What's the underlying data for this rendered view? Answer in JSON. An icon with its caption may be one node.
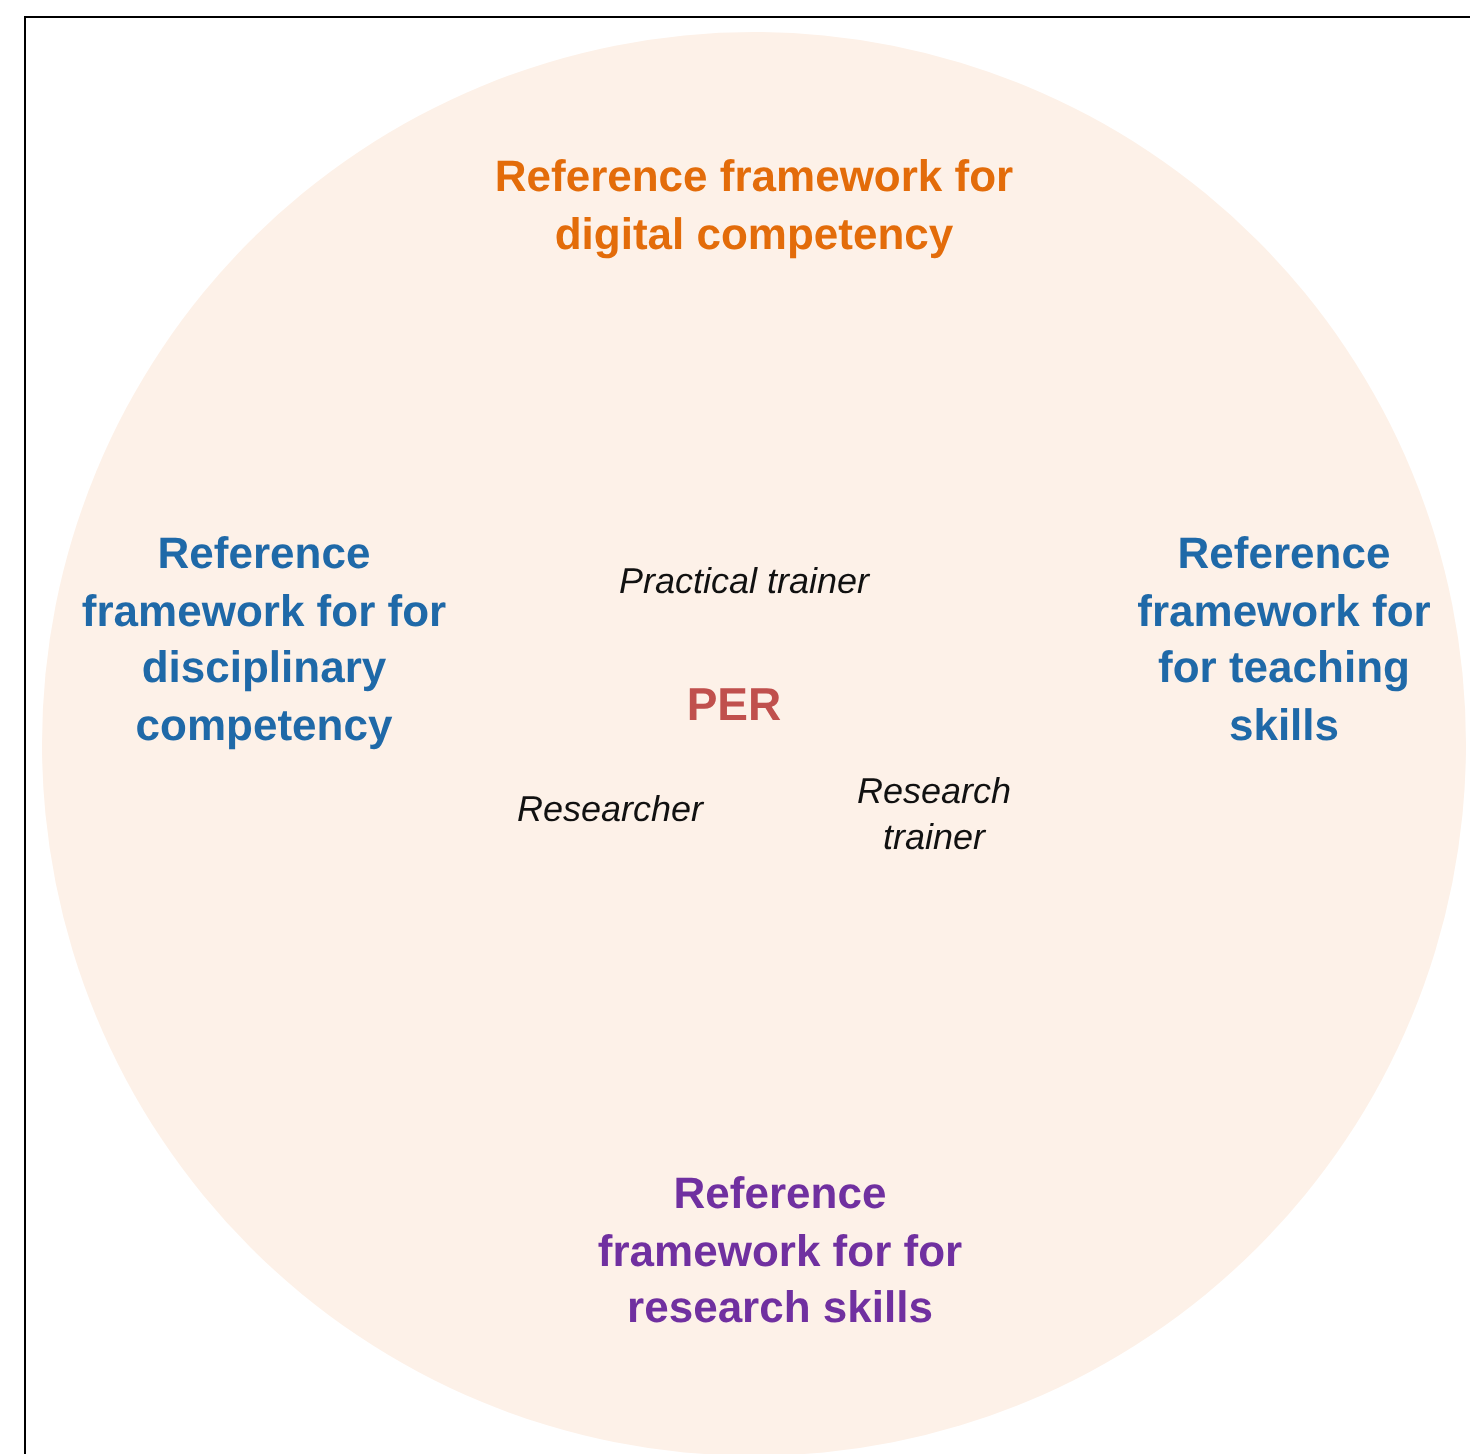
{
  "diagram": {
    "nodes": [
      {
        "text": [
          "Reference framework for digital competency",
          "Reference framework for for disciplinary competency",
          "Practical trainer",
          "Reference framework for for teaching skills",
          "PER",
          "Researcher",
          "Research trainer",
          "Reference framework for for research skills"
        ]
      }
    ]
  }
}
